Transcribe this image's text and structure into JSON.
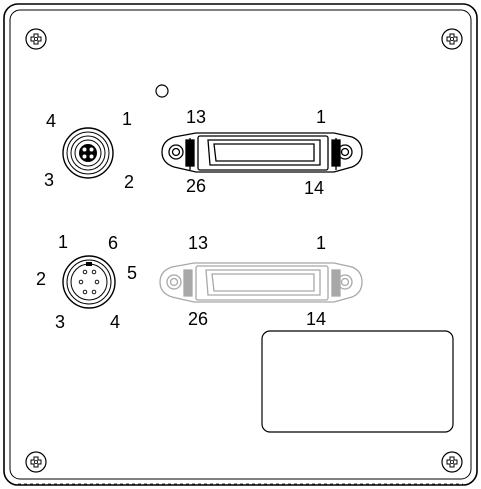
{
  "colors": {
    "line": "#000000",
    "inactive_line": "#a8a8a8",
    "background": "#ffffff"
  },
  "connectors": {
    "power_4pin": {
      "pins": [
        "4",
        "1",
        "3",
        "2"
      ]
    },
    "io_6pin": {
      "pins": [
        "1",
        "6",
        "2",
        "5",
        "3",
        "4"
      ]
    },
    "camera_link_1": {
      "top_left": "13",
      "top_right": "1",
      "bottom_left": "26",
      "bottom_right": "14"
    },
    "camera_link_2": {
      "top_left": "13",
      "top_right": "1",
      "bottom_left": "26",
      "bottom_right": "14"
    }
  },
  "icons": {
    "corner_screws": [
      "screw-icon",
      "screw-icon",
      "screw-icon",
      "screw-icon"
    ],
    "status_led": "led-icon"
  },
  "label_area": {
    "text": ""
  }
}
